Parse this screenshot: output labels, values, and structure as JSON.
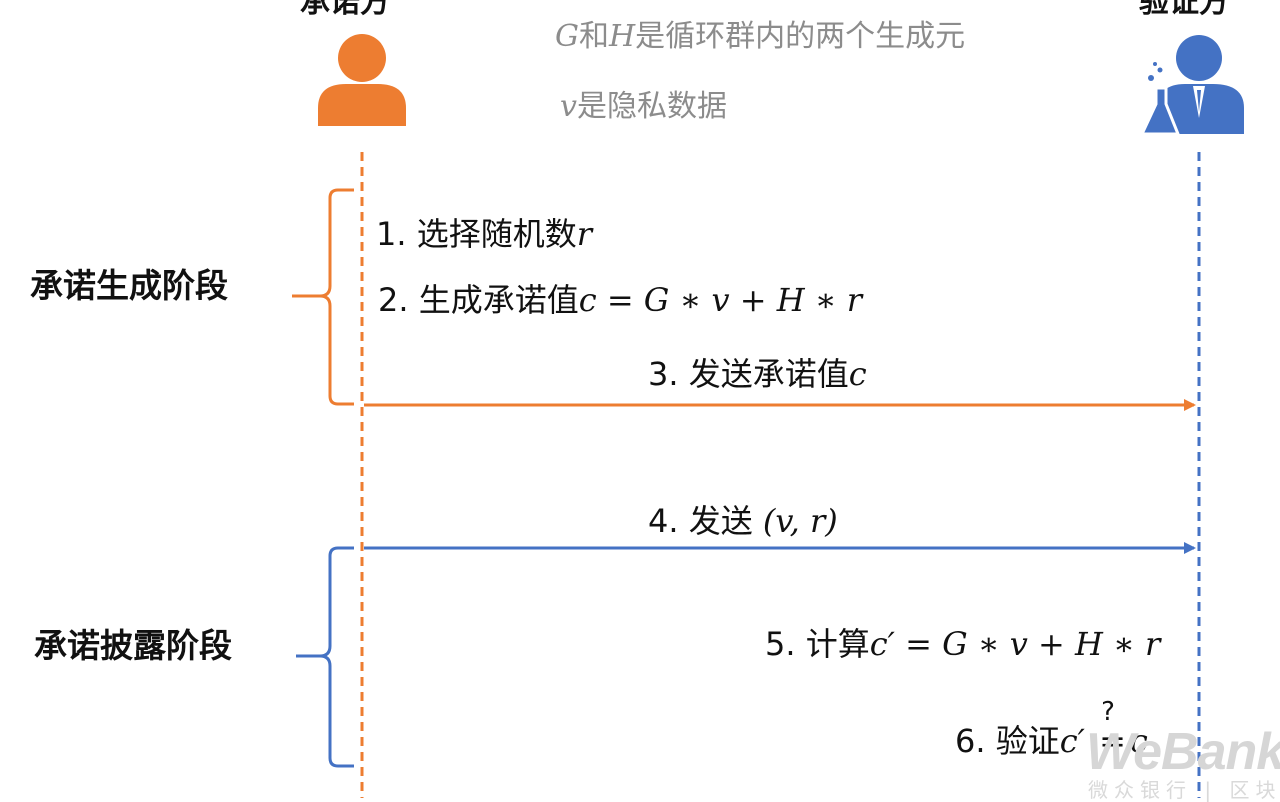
{
  "colors": {
    "prover": "#ed7d31",
    "verifier": "#4472c4",
    "text": "#111111",
    "note": "#8c8c8c",
    "watermark": "#d6d6d6"
  },
  "parties": {
    "prover": {
      "name": "承诺方",
      "icon": "person-icon"
    },
    "verifier": {
      "name": "验证方",
      "icon": "scientist-icon"
    }
  },
  "notes": [
    {
      "symbol": "G",
      "text_1": "和",
      "symbol_2": "H",
      "text_2": "是循环群内的两个生成元"
    },
    {
      "symbol": "v",
      "text_1": "是隐私数据"
    }
  ],
  "phases": {
    "commit": "承诺生成阶段",
    "reveal": "承诺披露阶段"
  },
  "steps": {
    "s1": {
      "prefix": "1. 选择随机数",
      "math": "r"
    },
    "s2": {
      "prefix": "2. 生成承诺值",
      "math": "c = G ∗ v + H ∗ r"
    },
    "s3": {
      "prefix": "3. 发送承诺值",
      "math": "c"
    },
    "s4": {
      "prefix": "4. 发送 ",
      "math": "(v, r)"
    },
    "s5": {
      "prefix": "5. 计算",
      "math": "c′ = G ∗ v + H ∗ r"
    },
    "s6": {
      "prefix": "6. 验证",
      "math_left": "c′",
      "question": "?",
      "eq": "=",
      "math_right": "c"
    }
  },
  "watermark": {
    "brand": "WeBank",
    "sub": "微众银行 | 区块链"
  }
}
